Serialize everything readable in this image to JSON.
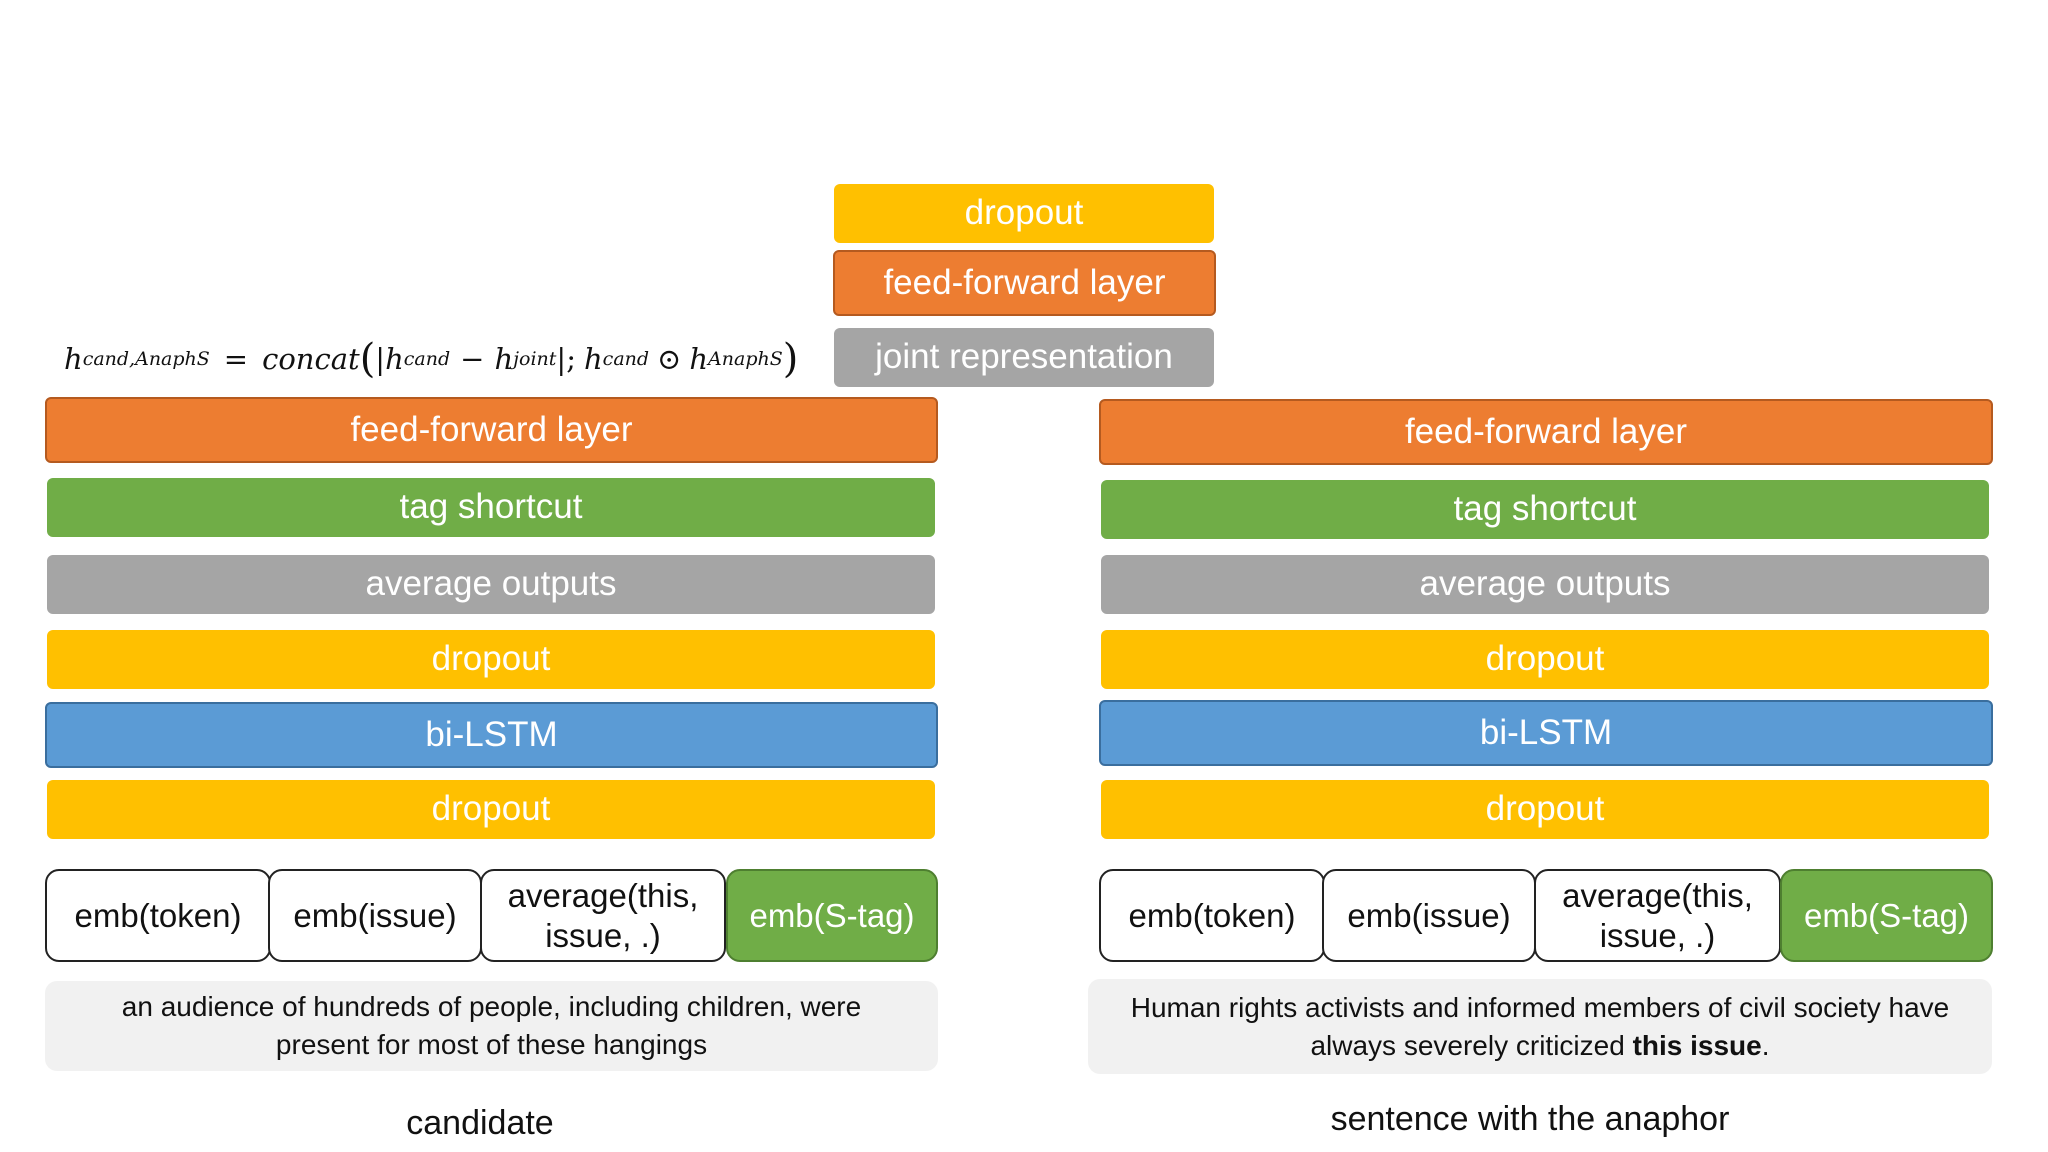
{
  "top": {
    "dropout": "dropout",
    "feed_forward": "feed-forward layer",
    "joint": "joint representation"
  },
  "formula": {
    "lhs_var": "h",
    "lhs_sub": "cand,AnaphS",
    "equals": "=",
    "func": "concat",
    "h": "h",
    "cand": "cand",
    "joint": "joint",
    "anaphs": "AnaphS",
    "minus": "−",
    "bar": "|",
    "semicolon": ";",
    "odot": "⊙",
    "lparen": "(",
    "rparen": ")"
  },
  "left": {
    "feed_forward": "feed-forward layer",
    "tag_shortcut": "tag shortcut",
    "average_outputs": "average outputs",
    "dropout_upper": "dropout",
    "bilstm": "bi-LSTM",
    "dropout_lower": "dropout",
    "emb_token": "emb(token)",
    "emb_issue": "emb(issue)",
    "avg_line1": "average(this,",
    "avg_line2": "issue, .)",
    "emb_stag": "emb(S-tag)",
    "sentence_line1": "an audience of hundreds of people, including children, were",
    "sentence_line2": "present for most of these hangings",
    "caption": "candidate"
  },
  "right": {
    "feed_forward": "feed-forward layer",
    "tag_shortcut": "tag shortcut",
    "average_outputs": "average outputs",
    "dropout_upper": "dropout",
    "bilstm": "bi-LSTM",
    "dropout_lower": "dropout",
    "emb_token": "emb(token)",
    "emb_issue": "emb(issue)",
    "avg_line1": "average(this,",
    "avg_line2": "issue, .)",
    "emb_stag": "emb(S-tag)",
    "sentence_line1": "Human rights activists and informed members of civil society have",
    "sentence_line2_pre": "always severely criticized ",
    "sentence_line2_bold": "this issue",
    "sentence_line2_post": ".",
    "caption": "sentence with the anaphor"
  },
  "colors": {
    "orange": "#ED7D31",
    "green": "#70AD47",
    "gray": "#A5A5A5",
    "yellow": "#FFC000",
    "blue": "#5B9BD5"
  }
}
